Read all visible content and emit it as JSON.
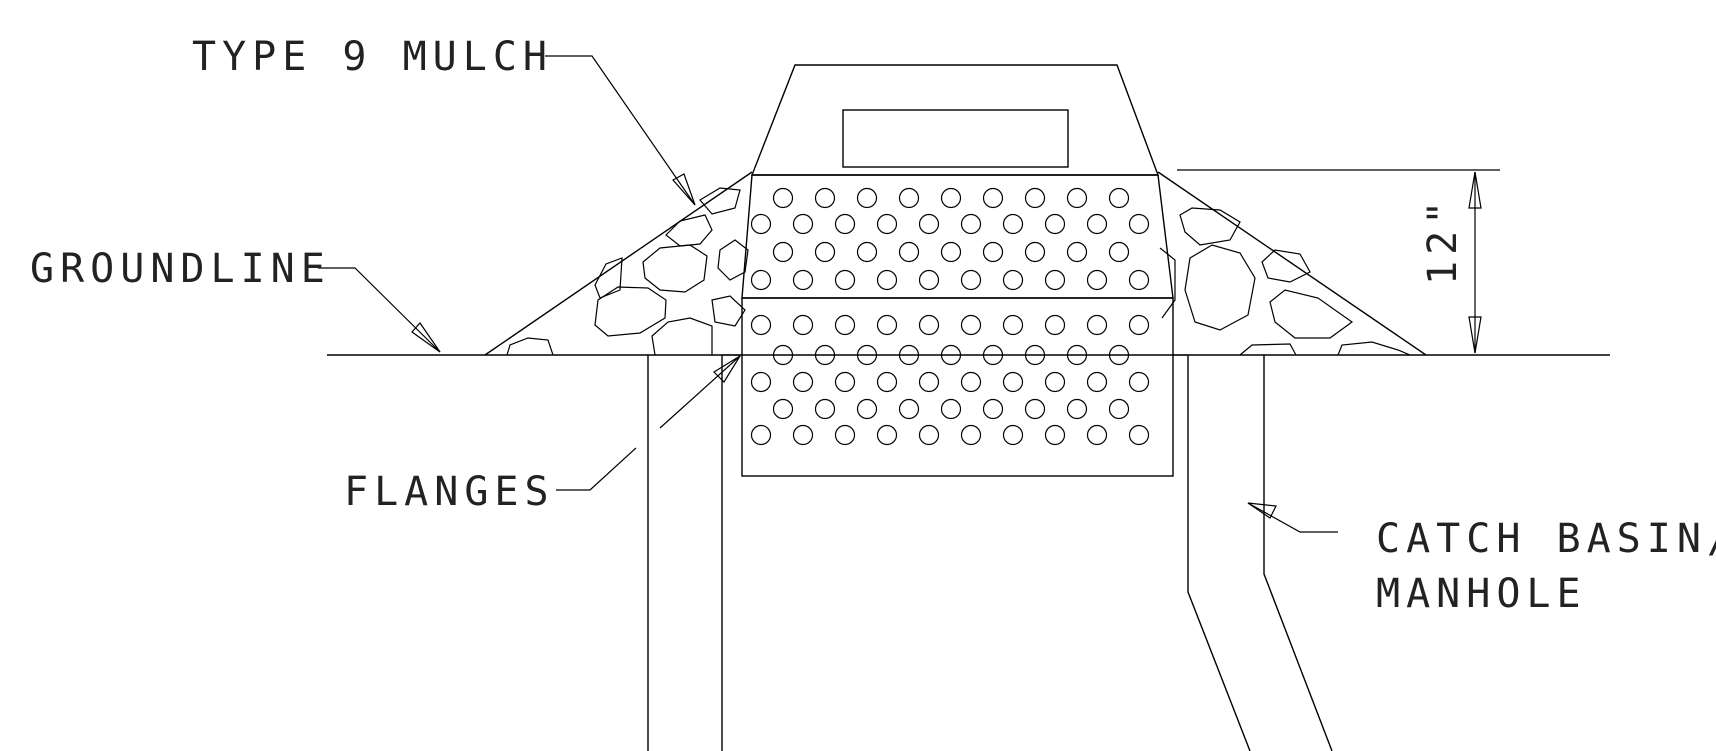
{
  "labels": {
    "mulch": "TYPE 9 MULCH",
    "groundline": "GROUNDLINE",
    "flanges": "FLANGES",
    "catch_basin_line1": "CATCH BASIN/",
    "catch_basin_line2": "MANHOLE",
    "dimension": "12\""
  }
}
